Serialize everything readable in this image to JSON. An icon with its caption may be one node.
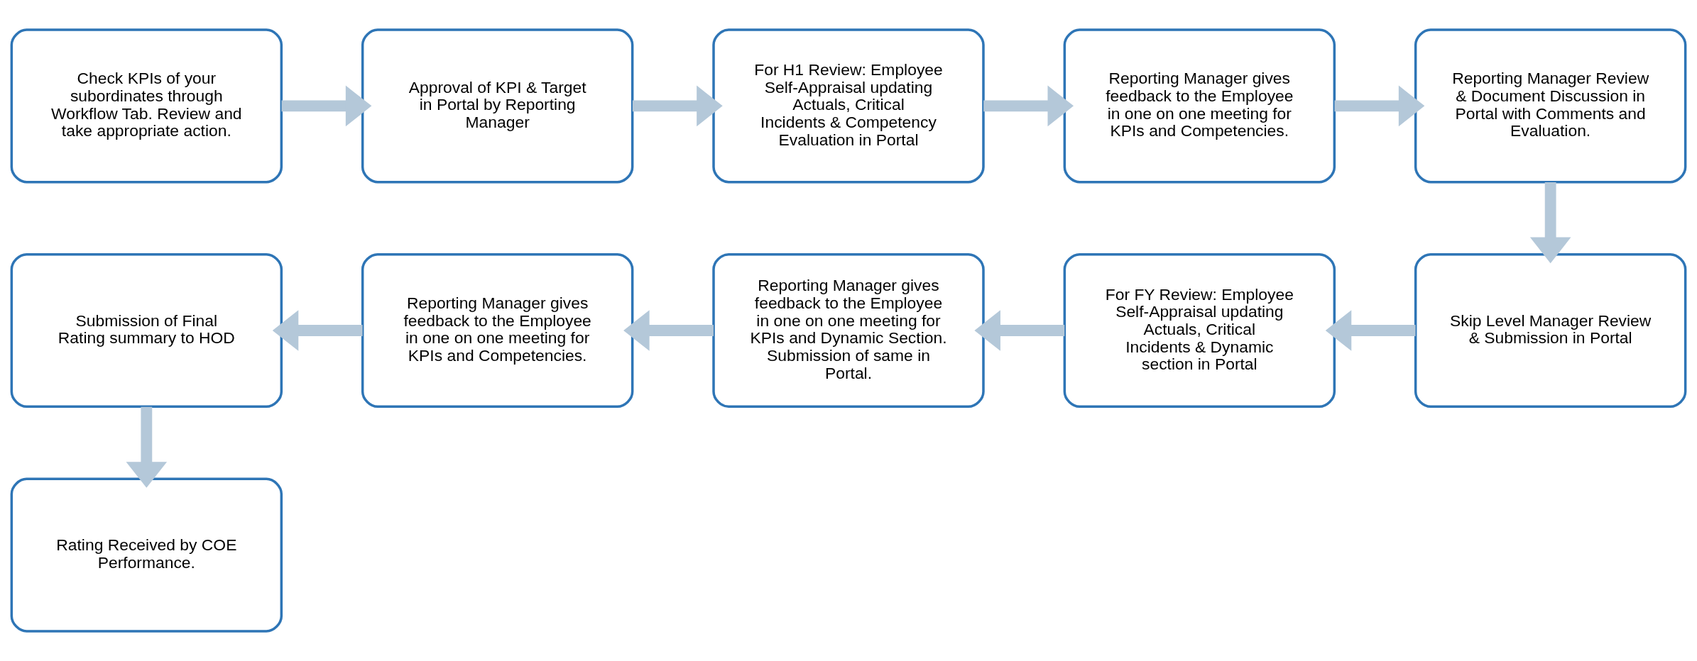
{
  "diagram": {
    "nodes": [
      {
        "text": [
          "Check KPIs of your subordinates through Workflow Tab. Review and take appropriate action."
        ]
      },
      {
        "text": [
          "Approval of KPI & Target in Portal by Reporting Manager"
        ]
      },
      {
        "text": [
          "For H1 Review: Employee Self-Appraisal updating Actuals, Critical Incidents & Competency Evaluation in Portal"
        ]
      },
      {
        "text": [
          "Reporting Manager gives feedback to the Employee in one on one meeting for KPIs and Competencies."
        ]
      },
      {
        "text": [
          "Reporting Manager Review & Document Discussion in Portal with Comments and Evaluation."
        ]
      },
      {
        "text": [
          "Skip Level Manager Review & Submission in Portal"
        ]
      },
      {
        "text": [
          "For FY Review: Employee Self-Appraisal updating Actuals, Critical Incidents & Dynamic section in Portal"
        ]
      },
      {
        "text": [
          "Reporting Manager gives feedback to the Employee in one on one meeting for KPIs and Dynamic Section. Submission of same in Portal."
        ]
      },
      {
        "text": [
          "Reporting Manager gives feedback to the Employee in one on one meeting for KPIs and Competencies."
        ]
      },
      {
        "text": [
          "Submission of Final Rating summary to HOD"
        ]
      },
      {
        "text": [
          "Rating Received by COE Performance."
        ]
      }
    ],
    "edges": [
      {
        "from": 0,
        "to": 1,
        "arrow": "to"
      },
      {
        "from": 1,
        "to": 2,
        "arrow": "to"
      },
      {
        "from": 2,
        "to": 3,
        "arrow": "to"
      },
      {
        "from": 3,
        "to": 4,
        "arrow": "to"
      },
      {
        "from": 4,
        "to": 5,
        "arrow": "to"
      },
      {
        "from": 5,
        "to": 6,
        "arrow": "to"
      },
      {
        "from": 6,
        "to": 7,
        "arrow": "to"
      },
      {
        "from": 7,
        "to": 8,
        "arrow": "to"
      },
      {
        "from": 8,
        "to": 9,
        "arrow": "to"
      },
      {
        "from": 9,
        "to": 10,
        "arrow": "to"
      }
    ]
  }
}
